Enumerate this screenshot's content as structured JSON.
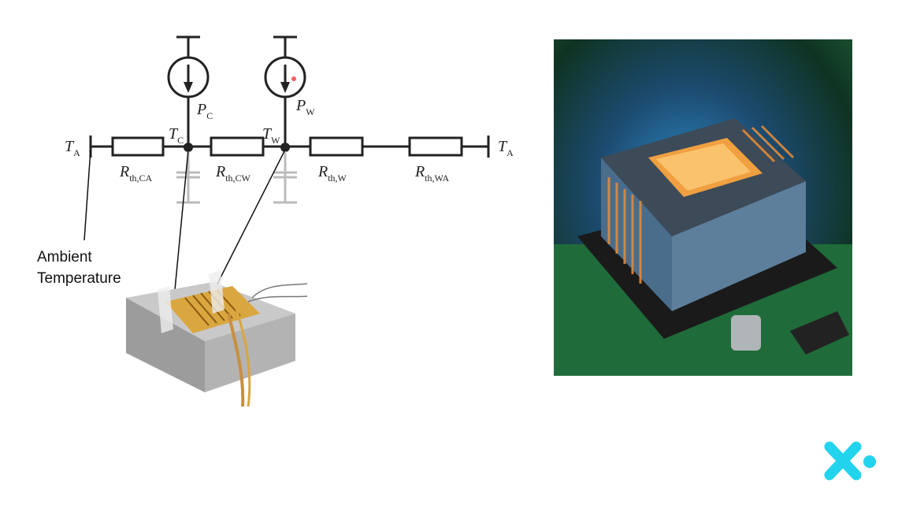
{
  "diagram": {
    "nodes": {
      "ta_left": {
        "main": "T",
        "sub": "A"
      },
      "ta_right": {
        "main": "T",
        "sub": "A"
      },
      "tc": {
        "main": "T",
        "sub": "C"
      },
      "tw": {
        "main": "T",
        "sub": "W"
      },
      "pc": {
        "main": "P",
        "sub": "C"
      },
      "pw": {
        "main": "P",
        "sub": "W"
      }
    },
    "resistors": [
      {
        "main": "R",
        "sub": "th,CA"
      },
      {
        "main": "R",
        "sub": "th,CW"
      },
      {
        "main": "R",
        "sub": "th,W"
      },
      {
        "main": "R",
        "sub": "th,WA"
      }
    ],
    "annotation": {
      "line1": "Ambient",
      "line2": "Temperature"
    }
  },
  "colors": {
    "logo": "#22d3ee",
    "line": "#222222"
  }
}
